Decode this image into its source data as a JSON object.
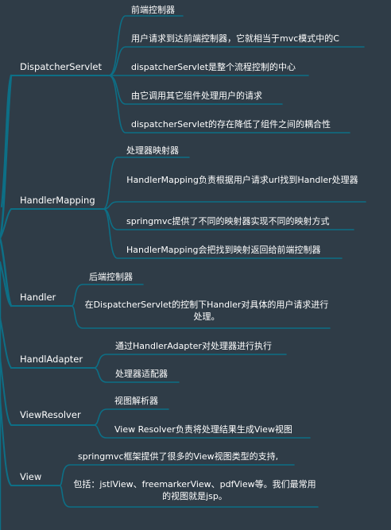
{
  "colors": {
    "background": "#2f3c47",
    "line": "#0d6f86",
    "text": "#ffffff"
  },
  "branches": [
    {
      "label": "DispatcherServlet",
      "items": [
        "前端控制器",
        "用户请求到达前端控制器，它就相当于mvc模式中的C",
        "dispatcherServlet是整个流程控制的中心",
        "由它调用其它组件处理用户的请求",
        "dispatcherServlet的存在降低了组件之间的耦合性"
      ]
    },
    {
      "label": "HandlerMapping",
      "items": [
        "处理器映射器",
        "HandlerMapping负责根据用户请求url找到Handler处理器",
        "springmvc提供了不同的映射器实现不同的映射方式",
        "HandlerMapping会把找到映射返回给前端控制器"
      ]
    },
    {
      "label": "Handler",
      "items": [
        "后端控制器",
        "在DispatcherServlet的控制下Handler对具体的用户请求进行处理。"
      ]
    },
    {
      "label": "HandlAdapter",
      "items": [
        "通过HandlerAdapter对处理器进行执行",
        "处理器适配器"
      ]
    },
    {
      "label": "ViewResolver",
      "items": [
        "视图解析器",
        "View Resolver负责将处理结果生成View视图"
      ]
    },
    {
      "label": "View",
      "items": [
        "springmvc框架提供了很多的View视图类型的支持,",
        "包括：jstlView、freemarkerView、pdfView等。我们最常用的视图就是jsp。"
      ]
    }
  ]
}
